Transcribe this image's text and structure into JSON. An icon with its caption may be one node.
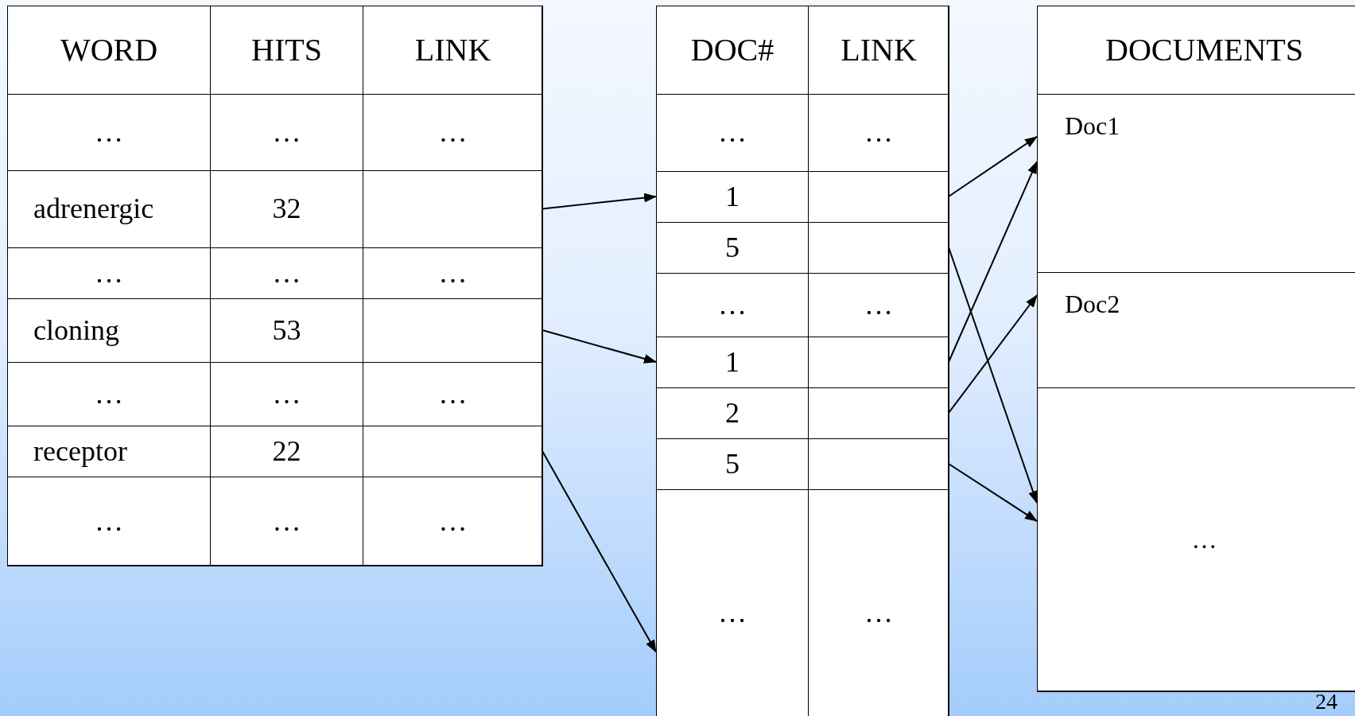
{
  "diagram": {
    "nodes": [
      {
        "text": [],
        "shape": "box"
      },
      {
        "text": [
          "WORD"
        ],
        "in": 0
      },
      {
        "text": [
          "HITS"
        ],
        "in": 0
      },
      {
        "text": [
          "LINK"
        ],
        "in": 0
      },
      {
        "text": [
          "…"
        ],
        "in": 0
      },
      {
        "text": [
          "…"
        ],
        "in": 0
      },
      {
        "text": [
          "…"
        ],
        "in": 0
      },
      {
        "text": [
          "adrenergic"
        ],
        "in": 0
      },
      {
        "text": [
          "32"
        ],
        "in": 0
      },
      {
        "text": [],
        "shape": "box",
        "in": 0
      },
      {
        "text": [
          "…"
        ],
        "in": 0
      },
      {
        "text": [
          "…"
        ],
        "in": 0
      },
      {
        "text": [
          "…"
        ],
        "in": 0
      },
      {
        "text": [
          "cloning"
        ],
        "in": 0
      },
      {
        "text": [
          "53"
        ],
        "in": 0
      },
      {
        "text": [],
        "shape": "box",
        "in": 0
      },
      {
        "text": [
          "…"
        ],
        "in": 0
      },
      {
        "text": [
          "…"
        ],
        "in": 0
      },
      {
        "text": [
          "…"
        ],
        "in": 0
      },
      {
        "text": [
          "receptor"
        ],
        "in": 0
      },
      {
        "text": [
          "22"
        ],
        "in": 0
      },
      {
        "text": [],
        "shape": "box",
        "in": 0
      },
      {
        "text": [
          "…"
        ],
        "in": 0
      },
      {
        "text": [
          "…"
        ],
        "in": 0
      },
      {
        "text": [
          "…"
        ],
        "in": 0
      },
      {
        "text": [],
        "shape": "box"
      },
      {
        "text": [
          "DOC#"
        ],
        "in": 25
      },
      {
        "text": [
          "LINK"
        ],
        "in": 25
      },
      {
        "text": [
          "…"
        ],
        "in": 25
      },
      {
        "text": [
          "…"
        ],
        "in": 25
      },
      {
        "text": [
          "1"
        ],
        "in": 25
      },
      {
        "text": [],
        "shape": "box",
        "in": 25
      },
      {
        "text": [
          "5"
        ],
        "in": 25
      },
      {
        "text": [],
        "shape": "box",
        "in": 25
      },
      {
        "text": [
          "…"
        ],
        "in": 25
      },
      {
        "text": [
          "…"
        ],
        "in": 25
      },
      {
        "text": [
          "1"
        ],
        "in": 25
      },
      {
        "text": [],
        "shape": "box",
        "in": 25
      },
      {
        "text": [
          "2"
        ],
        "in": 25
      },
      {
        "text": [],
        "shape": "box",
        "in": 25
      },
      {
        "text": [
          "5"
        ],
        "in": 25
      },
      {
        "text": [],
        "shape": "box",
        "in": 25
      },
      {
        "text": [
          "…"
        ],
        "in": 25
      },
      {
        "text": [
          "…"
        ],
        "in": 25
      },
      {
        "text": [],
        "shape": "box"
      },
      {
        "text": [
          "DOCUMENTS"
        ],
        "in": 44
      },
      {
        "text": [
          "Doc1"
        ],
        "in": 44
      },
      {
        "text": [
          "Doc2"
        ],
        "in": 44
      },
      {
        "text": [
          "…"
        ],
        "in": 44
      }
    ],
    "edges": [
      {
        "from": 9,
        "to": 30,
        "arrow": "to"
      },
      {
        "from": 15,
        "to": 36,
        "arrow": "to"
      },
      {
        "from": 21,
        "to": 42,
        "arrow": "to"
      },
      {
        "from": 31,
        "to": 46,
        "arrow": "to"
      },
      {
        "from": 33,
        "to": 48,
        "arrow": "to"
      },
      {
        "from": 37,
        "to": 46,
        "arrow": "to"
      },
      {
        "from": 39,
        "to": 47,
        "arrow": "to"
      },
      {
        "from": 41,
        "to": 48,
        "arrow": "to"
      }
    ],
    "labels": [
      "24"
    ]
  }
}
